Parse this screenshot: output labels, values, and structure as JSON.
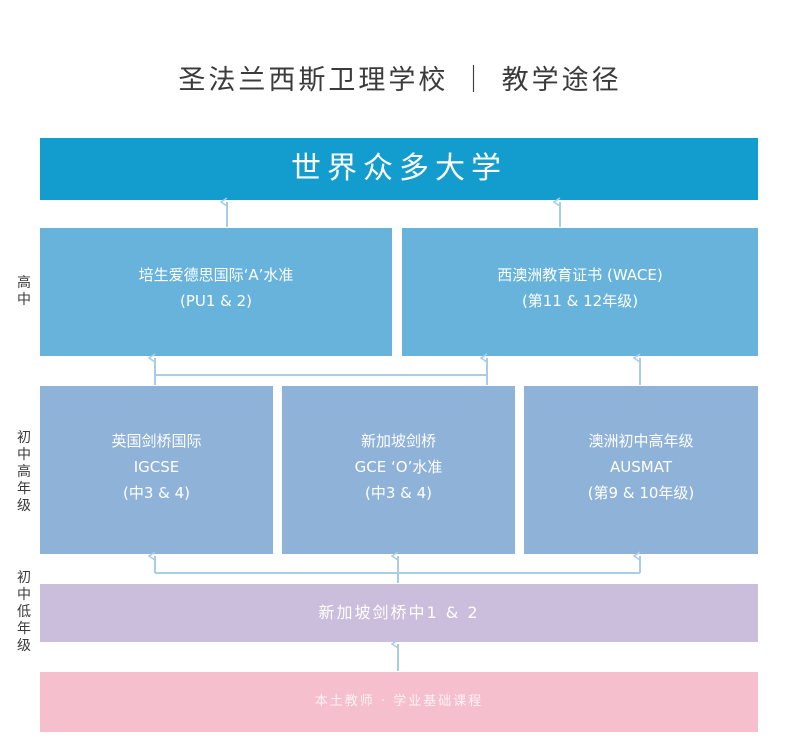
{
  "header": {
    "title": "圣法兰西斯卫理学校 ｜ 教学途径"
  },
  "stages": {
    "high_school": "高中",
    "upper_secondary": "初中高年级",
    "lower_secondary": "初中低年级"
  },
  "destination": {
    "label": "世界众多大学"
  },
  "high_school": {
    "a_level": {
      "line1": "培生爱德思国际‘A’水准",
      "line2": "(PU1 & 2)"
    },
    "wace": {
      "line1": "西澳洲教育证书 (WACE)",
      "line2": "(第11 & 12年级)"
    }
  },
  "upper_secondary": {
    "igcse": {
      "line1": "英国剑桥国际",
      "line2": "IGCSE",
      "line3": "(中3 & 4)"
    },
    "gce": {
      "line1": "新加坡剑桥",
      "line2": "GCE ‘O’水准",
      "line3": "(中3 & 4)"
    },
    "ausmat": {
      "line1": "澳洲初中高年级",
      "line2": "AUSMAT",
      "line3": "(第9 & 10年级)"
    }
  },
  "lower_secondary": {
    "label": "新加坡剑桥中1 & 2"
  },
  "foundation": {
    "label": "本土教师 · 学业基础课程"
  },
  "colors": {
    "banner": "#139dcf",
    "high_school": "#67b3dc",
    "upper_secondary": "#8fb2d8",
    "lower_secondary": "#cbbddc",
    "foundation": "#f5bfcd",
    "connector": "#a9cde3"
  }
}
